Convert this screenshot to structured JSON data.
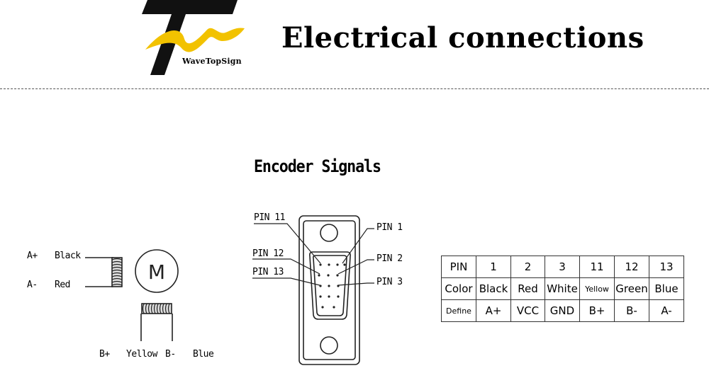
{
  "header": {
    "brand": "WaveTopSign",
    "title": "Electrical connections"
  },
  "encoder": {
    "title": "Encoder Signals",
    "pins": {
      "pin11": "PIN 11",
      "pin12": "PIN 12",
      "pin13": "PIN 13",
      "pin1": "PIN 1",
      "pin2": "PIN 2",
      "pin3": "PIN 3"
    }
  },
  "motor": {
    "symbol": "M",
    "wires": {
      "a_plus": "A+",
      "black": "Black",
      "a_minus": "A-",
      "red": "Red",
      "b_plus": "B+",
      "yellow": "Yellow",
      "b_minus": "B-",
      "blue": "Blue"
    }
  },
  "table": {
    "rows": [
      [
        "PIN",
        "1",
        "2",
        "3",
        "11",
        "12",
        "13"
      ],
      [
        "Color",
        "Black",
        "Red",
        "White",
        "Yellow",
        "Green",
        "Blue"
      ],
      [
        "Define",
        "A+",
        "VCC",
        "GND",
        "B+",
        "B-",
        "A-"
      ]
    ]
  },
  "colors": {
    "logo_black": "#111111",
    "logo_yellow": "#f2c200"
  }
}
